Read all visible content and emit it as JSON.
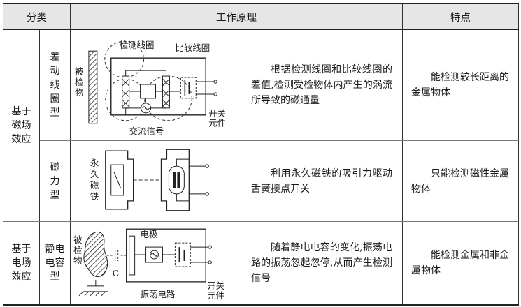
{
  "header": {
    "classification": "分类",
    "principle": "工作原理",
    "features": "特点"
  },
  "groups": [
    {
      "label_lines": [
        "基于",
        "磁场",
        "效应"
      ]
    },
    {
      "label_lines": [
        "基于",
        "电场",
        "效应"
      ]
    }
  ],
  "rows": [
    {
      "type_lines": [
        "差",
        "动",
        "线",
        "圈",
        "型"
      ],
      "diagram_labels": {
        "object": [
          "被",
          "检",
          "物"
        ],
        "detect_coil": "检测线圈",
        "compare_coil": "比较线圈",
        "switch": [
          "开关",
          "元件"
        ],
        "ac_signal": "交流信号"
      },
      "principle": "根据检测线圈和比较线圈的差值,检测受检物体内产生的涡流所导致的磁通量",
      "feature": "能检测较长距离的金属物体"
    },
    {
      "type_lines": [
        "磁",
        "力",
        "型"
      ],
      "diagram_labels": {
        "magnet": [
          "永",
          "久",
          "磁",
          "铁"
        ]
      },
      "principle": "利用永久磁铁的吸引力驱动舌簧接点开关",
      "feature": "只能检测磁性金属物体"
    },
    {
      "type_lines": [
        "静电",
        "电容",
        "型"
      ],
      "diagram_labels": {
        "object": [
          "被",
          "检",
          "物"
        ],
        "electrode": "电极",
        "capacitor": "C",
        "oscillator": "振荡电路",
        "switch": [
          "开关",
          "元件"
        ]
      },
      "principle": "随着静电电容的变化,振荡电路的振荡忽起忽停,从而产生检测信号",
      "feature": "能检测金属和非金属物体"
    }
  ]
}
